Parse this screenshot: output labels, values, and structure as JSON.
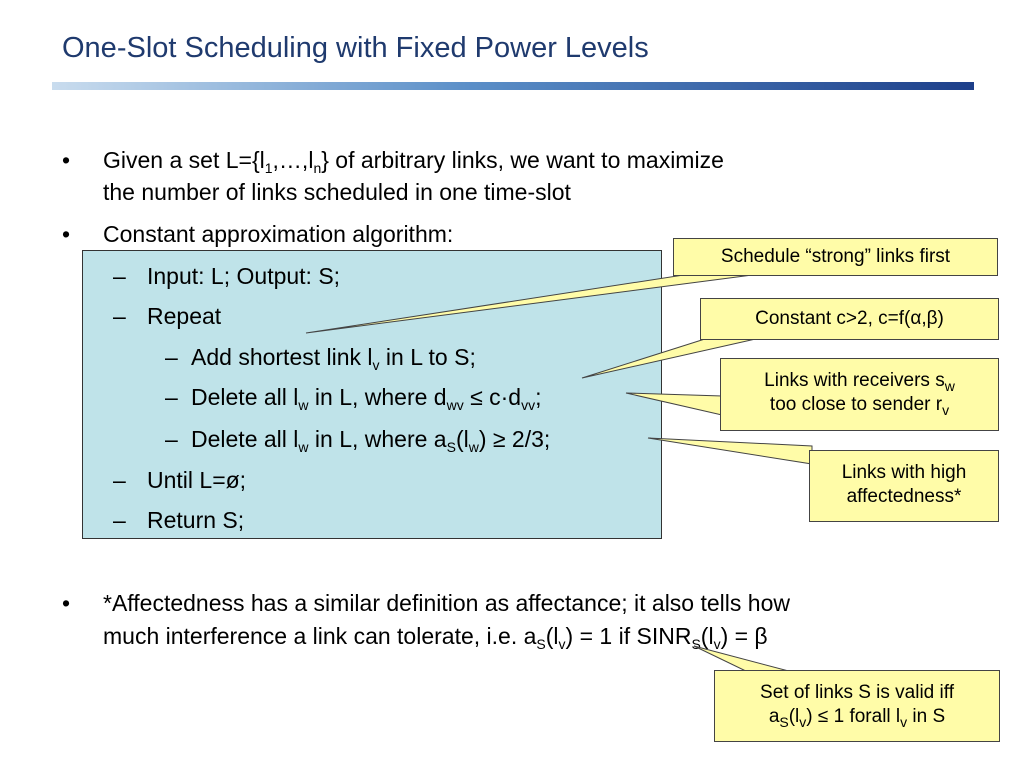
{
  "title": "One-Slot Scheduling with Fixed Power Levels",
  "bullets": {
    "symbol": "•",
    "dash": "–",
    "b1_line1_a": "Given a set L={l",
    "b1_sub1": "1",
    "b1_line1_b": ",…,l",
    "b1_subn": "n",
    "b1_line1_c": "} of arbitrary links, we want to maximize",
    "b1_line2": "the number of links scheduled in one time-slot",
    "b2": "Constant approximation algorithm:",
    "b3_line1": "*Affectedness has a similar definition as affectance; it also tells how",
    "b3_l2_a": "much interference a link can tolerate, i.e. a",
    "b3_l2_subS": "S",
    "b3_l2_b": "(l",
    "b3_l2_subv": "v",
    "b3_l2_c": ") = 1 if SINR",
    "b3_l2_subS2": "S",
    "b3_l2_d": "(l",
    "b3_l2_subv2": "v",
    "b3_l2_e": ") = β"
  },
  "algorithm": {
    "input": "Input: L; Output: S;",
    "repeat": "Repeat",
    "add_a": "Add shortest link l",
    "add_sub": "v",
    "add_b": " in L to S;",
    "del1_a": "Delete all l",
    "del1_subw": "w",
    "del1_b": " in L, where d",
    "del1_subwv": "wv",
    "del1_c": " ≤ c·d",
    "del1_subvv": "vv",
    "del1_d": ";",
    "del2_a": "Delete all l",
    "del2_subw": "w",
    "del2_b": " in L, where a",
    "del2_subS": "S",
    "del2_c": "(l",
    "del2_subw2": "w",
    "del2_d": ") ≥ 2/3;",
    "until": "Until L=ø;",
    "return": "Return S;"
  },
  "callouts": {
    "strong": "Schedule “strong” links first",
    "constant": "Constant c>2, c=f(α,β)",
    "receivers_a": "Links with receivers s",
    "receivers_sub": "w",
    "receivers_b": "too close to sender r",
    "receivers_sub2": "v",
    "high_1": "Links with high",
    "high_2": "affectedness*",
    "valid_1": "Set of links S is valid iff",
    "valid_2a": "a",
    "valid_2subS": "S",
    "valid_2b": "(l",
    "valid_2subv": "v",
    "valid_2c": ") ≤ 1 forall l",
    "valid_2subv2": "v",
    "valid_2d": " in S"
  },
  "colors": {
    "title": "#1f3a6e",
    "algorithm_box": "#bfe3e9",
    "callout_fill": "#fffca8"
  }
}
